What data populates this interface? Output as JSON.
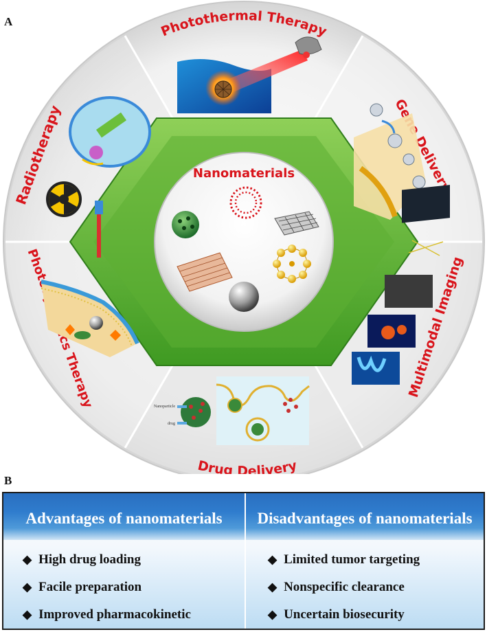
{
  "panel_a_label": "A",
  "panel_b_label": "B",
  "center": {
    "title": "Nanomaterials"
  },
  "segments": {
    "top": "Photothermal Therapy",
    "upper_right": "Gene Delivery",
    "lower_right": "Multimodal Imaging",
    "bottom": "Drug Delivery",
    "lower_left": "Photodynamics Therapy",
    "upper_left": "Radiotherapy"
  },
  "drug_labels": {
    "nanoparticle": "Nanoparticle",
    "drug": "drug"
  },
  "table": {
    "advantages_header": "Advantages of nanomaterials",
    "disadvantages_header": "Disadvantages of nanomaterials",
    "advantages": [
      "High drug loading",
      "Facile preparation",
      "Improved pharmacokinetic"
    ],
    "disadvantages": [
      "Limited tumor targeting",
      "Nonspecific clearance",
      "Uncertain biosecurity"
    ]
  },
  "colors": {
    "title_red": "#d9141b",
    "hex_green": "#6cbf3c",
    "header_blue": "#2f7ccd"
  }
}
